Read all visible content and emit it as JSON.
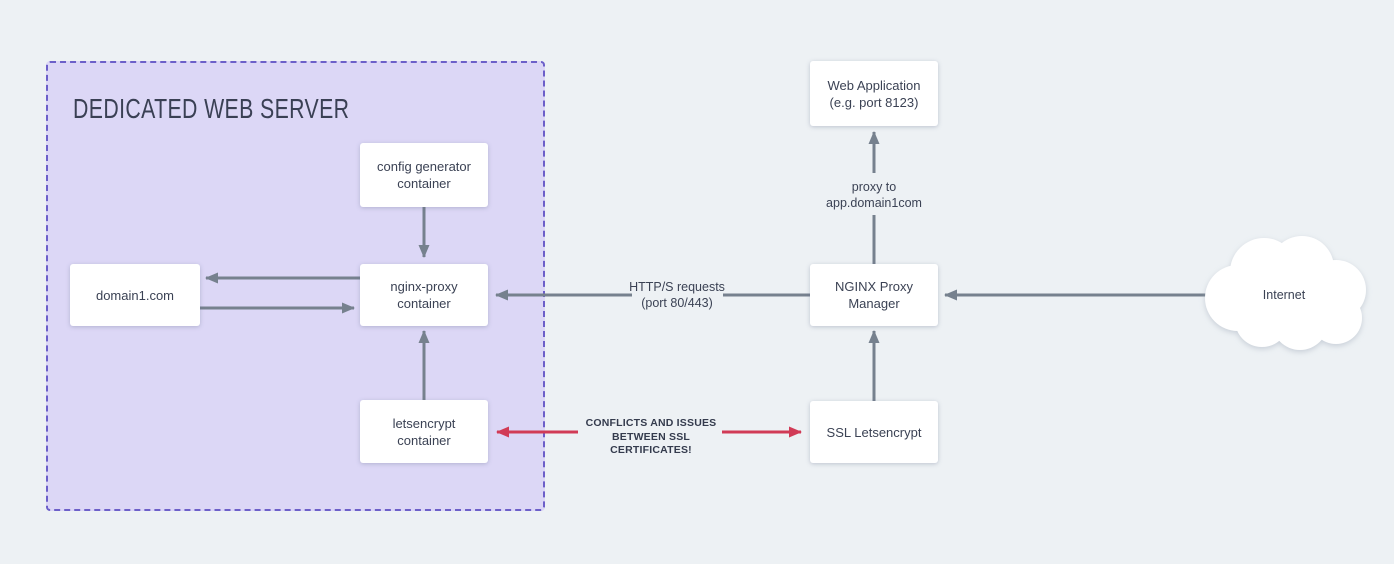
{
  "panel": {
    "title": "DEDICATED WEB SERVER"
  },
  "nodes": {
    "config": {
      "line1": "config generator",
      "line2": "container"
    },
    "domain1": {
      "line1": "domain1.com"
    },
    "nginx_proxy": {
      "line1": "nginx-proxy",
      "line2": "container"
    },
    "letsencrypt": {
      "line1": "letsencrypt",
      "line2": "container"
    },
    "web_app": {
      "line1": "Web Application",
      "line2": "(e.g. port 8123)"
    },
    "npm": {
      "line1": "NGINX Proxy",
      "line2": "Manager"
    },
    "ssl": {
      "line1": "SSL Letsencrypt"
    },
    "internet": {
      "line1": "Internet"
    }
  },
  "edge_labels": {
    "https": {
      "line1": "HTTP/S requests",
      "line2": "(port 80/443)"
    },
    "proxy": {
      "line1": "proxy to",
      "line2": "app.domain1com"
    },
    "conflict": {
      "line1": "CONFLICTS AND ISSUES",
      "line2": "BETWEEN SSL CERTIFICATES!"
    }
  },
  "colors": {
    "background": "#edf1f4",
    "panel_fill": "#dcd7f6",
    "panel_border": "#6c5fc9",
    "node_fill": "#ffffff",
    "arrow_gray": "#76818e",
    "arrow_red": "#d13b56",
    "text": "#3b4254"
  }
}
